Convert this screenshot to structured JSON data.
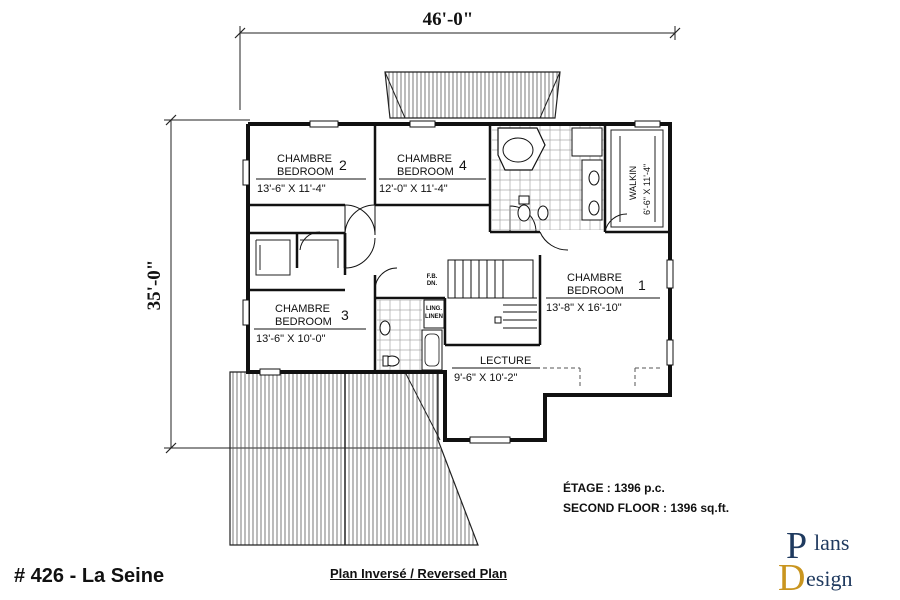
{
  "plan": {
    "width_label": "46'-0\"",
    "depth_label": "35'-0\"",
    "rooms": [
      {
        "fr": "CHAMBRE",
        "en": "BEDROOM",
        "num": "2",
        "size": "13'-6\" X 11'-4\""
      },
      {
        "fr": "CHAMBRE",
        "en": "BEDROOM",
        "num": "4",
        "size": "12'-0\" X 11'-4\""
      },
      {
        "fr": "CHAMBRE",
        "en": "BEDROOM",
        "num": "3",
        "size": "13'-6\" X 10'-0\""
      },
      {
        "fr": "CHAMBRE",
        "en": "BEDROOM",
        "num": "1",
        "size": "13'-8\" X 16'-10\""
      }
    ],
    "walkin": {
      "label": "WALKIN",
      "size": "6'-6\" X 11'-4\""
    },
    "lecture": {
      "label": "LECTURE",
      "size": "9'-6\" X 10'-2\""
    },
    "linen": {
      "line1": "LING.",
      "line2": "LINEN"
    },
    "fb": {
      "line1": "F.B.",
      "line2": "DN."
    }
  },
  "area": {
    "etage": "ÉTAGE : 1396 p.c.",
    "second_floor": "SECOND FLOOR : 1396 sq.ft."
  },
  "footer": {
    "plan_number": "# 426 - La Seine",
    "reversed_caption": "Plan Inversé / Reversed Plan"
  },
  "logo": {
    "line1": "lans",
    "line2": "esign",
    "color_gold": "#c9951f",
    "color_navy": "#1f3a5f"
  }
}
